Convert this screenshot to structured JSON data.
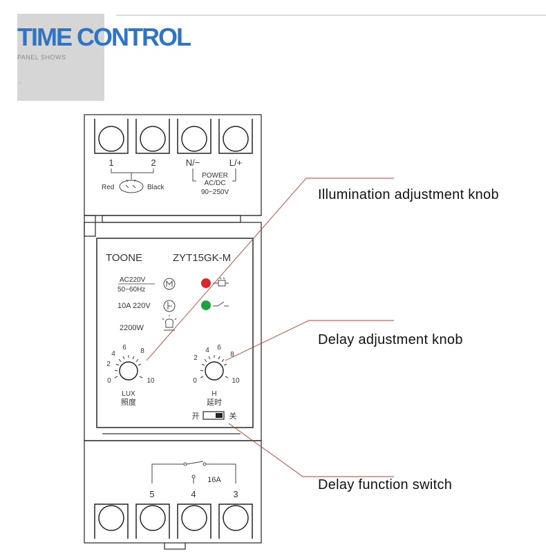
{
  "header": {
    "title": "TIME CONTROL",
    "subtitle": "PANEL SHOWS",
    "mark": ","
  },
  "device": {
    "terminals_top": [
      "1",
      "2",
      "N/−",
      "L/+"
    ],
    "sensor": {
      "left": "Red",
      "right": "Black"
    },
    "power": {
      "label": "POWER",
      "type": "AC/DC",
      "range": "90~250V"
    },
    "brand": "TOONE",
    "model": "ZYT15GK-M",
    "specs": {
      "voltage": "AC220V",
      "frequency": "50~60Hz",
      "current": "10A  220V",
      "power": "2200W"
    },
    "indicator_colors": {
      "red": "#d8262b",
      "green": "#1fa23e"
    },
    "lux_knob": {
      "scale": [
        "0",
        "2",
        "4",
        "6",
        "8",
        "10"
      ],
      "label_en": "LUX",
      "label_cn": "照度"
    },
    "delay_knob": {
      "scale": [
        "0",
        "2",
        "4",
        "6",
        "8",
        "10"
      ],
      "label_en": "H",
      "label_cn": "延时"
    },
    "switch": {
      "on_label": "开",
      "off_label": "关"
    },
    "relay_rating": "16A",
    "terminals_bottom": [
      "5",
      "4",
      "3"
    ]
  },
  "annotations": {
    "illumination": "Illumination adjustment knob",
    "delay_knob": "Delay adjustment knob",
    "delay_switch": "Delay function switch"
  },
  "colors": {
    "title_blue": "#2f74c5",
    "leader_line": "#c0392b"
  }
}
